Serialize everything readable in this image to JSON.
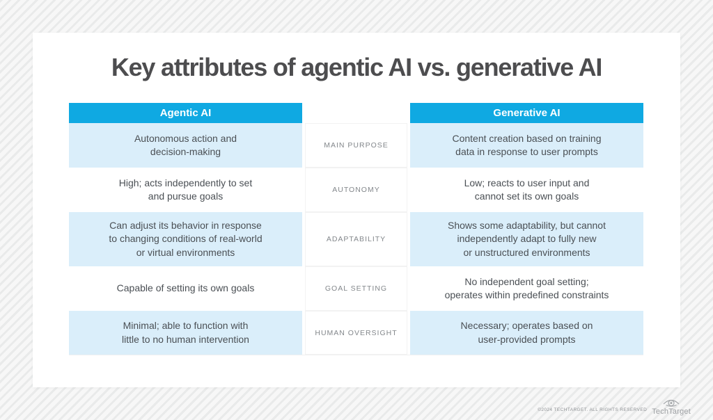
{
  "chart_data": {
    "type": "table",
    "title": "Key attributes of agentic AI vs. generative AI",
    "column_headers": {
      "left": "Agentic AI",
      "middle": "",
      "right": "Generative AI"
    },
    "rows": [
      {
        "attribute": "MAIN PURPOSE",
        "agentic_ai": "Autonomous action and\ndecision-making",
        "generative_ai": "Content creation based on training\ndata in response to user prompts"
      },
      {
        "attribute": "AUTONOMY",
        "agentic_ai": "High; acts independently to set\nand pursue goals",
        "generative_ai": "Low; reacts to user input and\ncannot set its own goals"
      },
      {
        "attribute": "ADAPTABILITY",
        "agentic_ai": "Can adjust its behavior in response\nto changing conditions of real-world\nor virtual environments",
        "generative_ai": "Shows some adaptability, but cannot\nindependently adapt to fully new\nor unstructured environments"
      },
      {
        "attribute": "GOAL SETTING",
        "agentic_ai": "Capable of setting its own goals",
        "generative_ai": "No independent goal setting;\noperates within predefined constraints"
      },
      {
        "attribute": "HUMAN OVERSIGHT",
        "agentic_ai": "Minimal; able to function with\nlittle to no human intervention",
        "generative_ai": "Necessary; operates based on\nuser-provided prompts"
      }
    ],
    "layout": {
      "row_striping": "alternating light blue / white",
      "legend": "none",
      "grid": "off"
    }
  },
  "footer": {
    "copyright": "©2024 TECHTARGET. ALL RIGHTS RESERVED",
    "brand": "TechTarget"
  },
  "colors": {
    "header_blue": "#0fa9e2",
    "row_light_blue": "#daeefa",
    "title_gray": "#4d4d4f",
    "cell_text": "#4a4f54",
    "label_gray": "#83878b"
  }
}
